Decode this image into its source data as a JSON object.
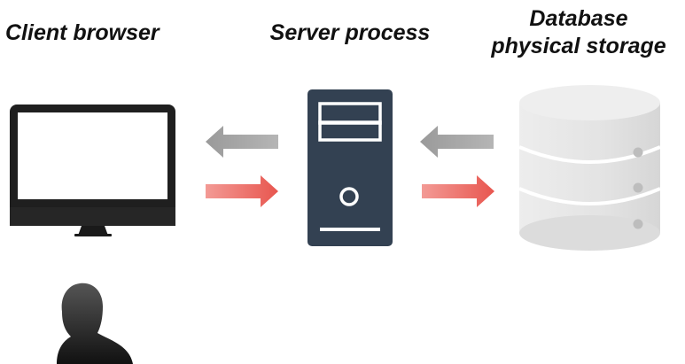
{
  "labels": {
    "client": "Client browser",
    "server": "Server process",
    "database_line1": "Database",
    "database_line2": "physical storage"
  },
  "icons": {
    "client": "monitor-icon",
    "server": "server-tower-icon",
    "database": "database-cylinder-icon",
    "user": "user-silhouette-icon",
    "response": "arrow-left-icon",
    "request": "arrow-right-icon"
  },
  "colors": {
    "monitor_frame": "#1f1f1f",
    "server_body": "#334152",
    "database_body": "#e4e4e4",
    "response_arrow": "#a8a8a8",
    "request_arrow": "#e8645e",
    "user": "#2a2a2a"
  }
}
